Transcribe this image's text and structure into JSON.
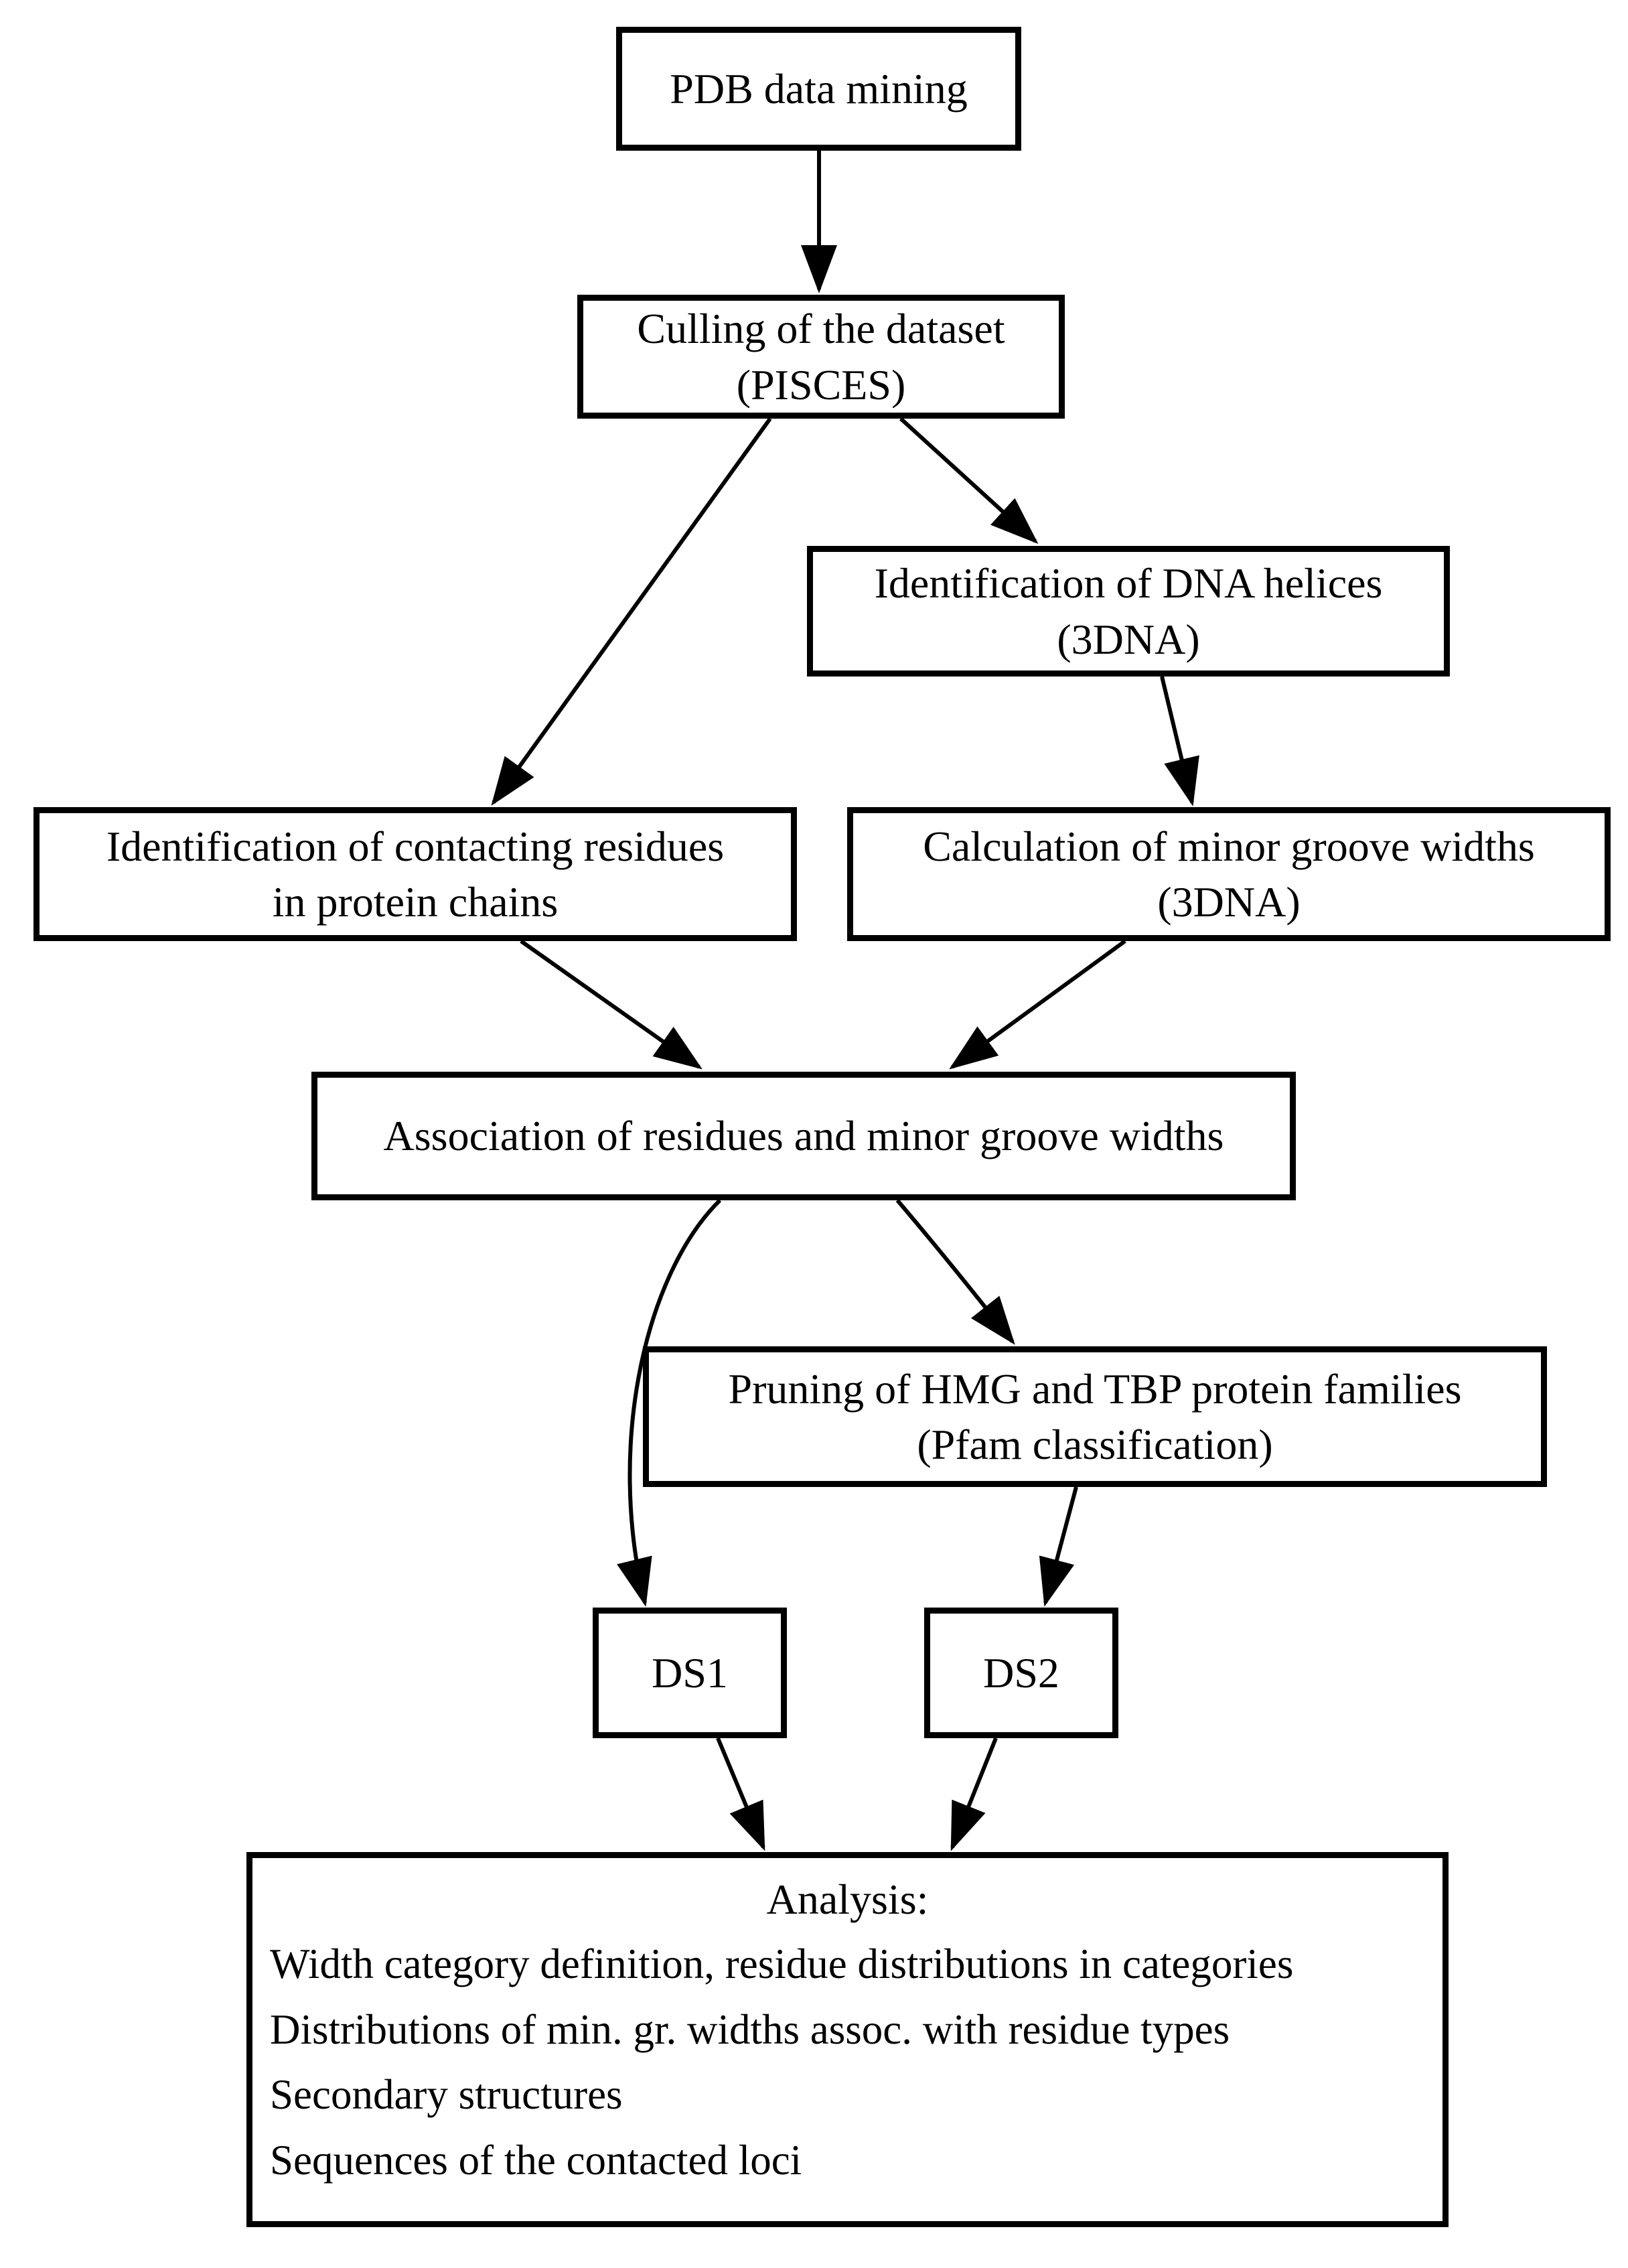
{
  "diagram": {
    "background_color": "#ffffff",
    "line_color": "#000000",
    "box_fill_color": "#ffffff",
    "nodes": {
      "pdb": {
        "lines": [
          "PDB data mining"
        ]
      },
      "culling": {
        "lines": [
          "Culling of the dataset",
          "(PISCES)"
        ]
      },
      "dna_helices": {
        "lines": [
          "Identification of DNA helices",
          "(3DNA)"
        ]
      },
      "contacting": {
        "lines": [
          "Identification of contacting residues",
          "in protein chains"
        ]
      },
      "calculation": {
        "lines": [
          "Calculation of minor groove widths",
          "(3DNA)"
        ]
      },
      "association": {
        "lines": [
          "Association of residues and minor groove widths"
        ]
      },
      "pruning": {
        "lines": [
          "Pruning of HMG and TBP protein families",
          "(Pfam classification)"
        ]
      },
      "ds1": {
        "lines": [
          "DS1"
        ]
      },
      "ds2": {
        "lines": [
          "DS2"
        ]
      },
      "analysis": {
        "title": "Analysis:",
        "items": [
          "Width category definition, residue distributions in categories",
          "Distributions of min. gr. widths assoc. with residue types",
          "Secondary structures",
          "Sequences of the contacted loci"
        ]
      }
    },
    "edges": [
      {
        "from": "pdb",
        "to": "culling"
      },
      {
        "from": "culling",
        "to": "contacting"
      },
      {
        "from": "culling",
        "to": "dna_helices"
      },
      {
        "from": "dna_helices",
        "to": "calculation"
      },
      {
        "from": "contacting",
        "to": "association"
      },
      {
        "from": "calculation",
        "to": "association"
      },
      {
        "from": "association",
        "to": "ds1"
      },
      {
        "from": "association",
        "to": "pruning"
      },
      {
        "from": "pruning",
        "to": "ds2"
      },
      {
        "from": "ds1",
        "to": "analysis"
      },
      {
        "from": "ds2",
        "to": "analysis"
      }
    ]
  }
}
